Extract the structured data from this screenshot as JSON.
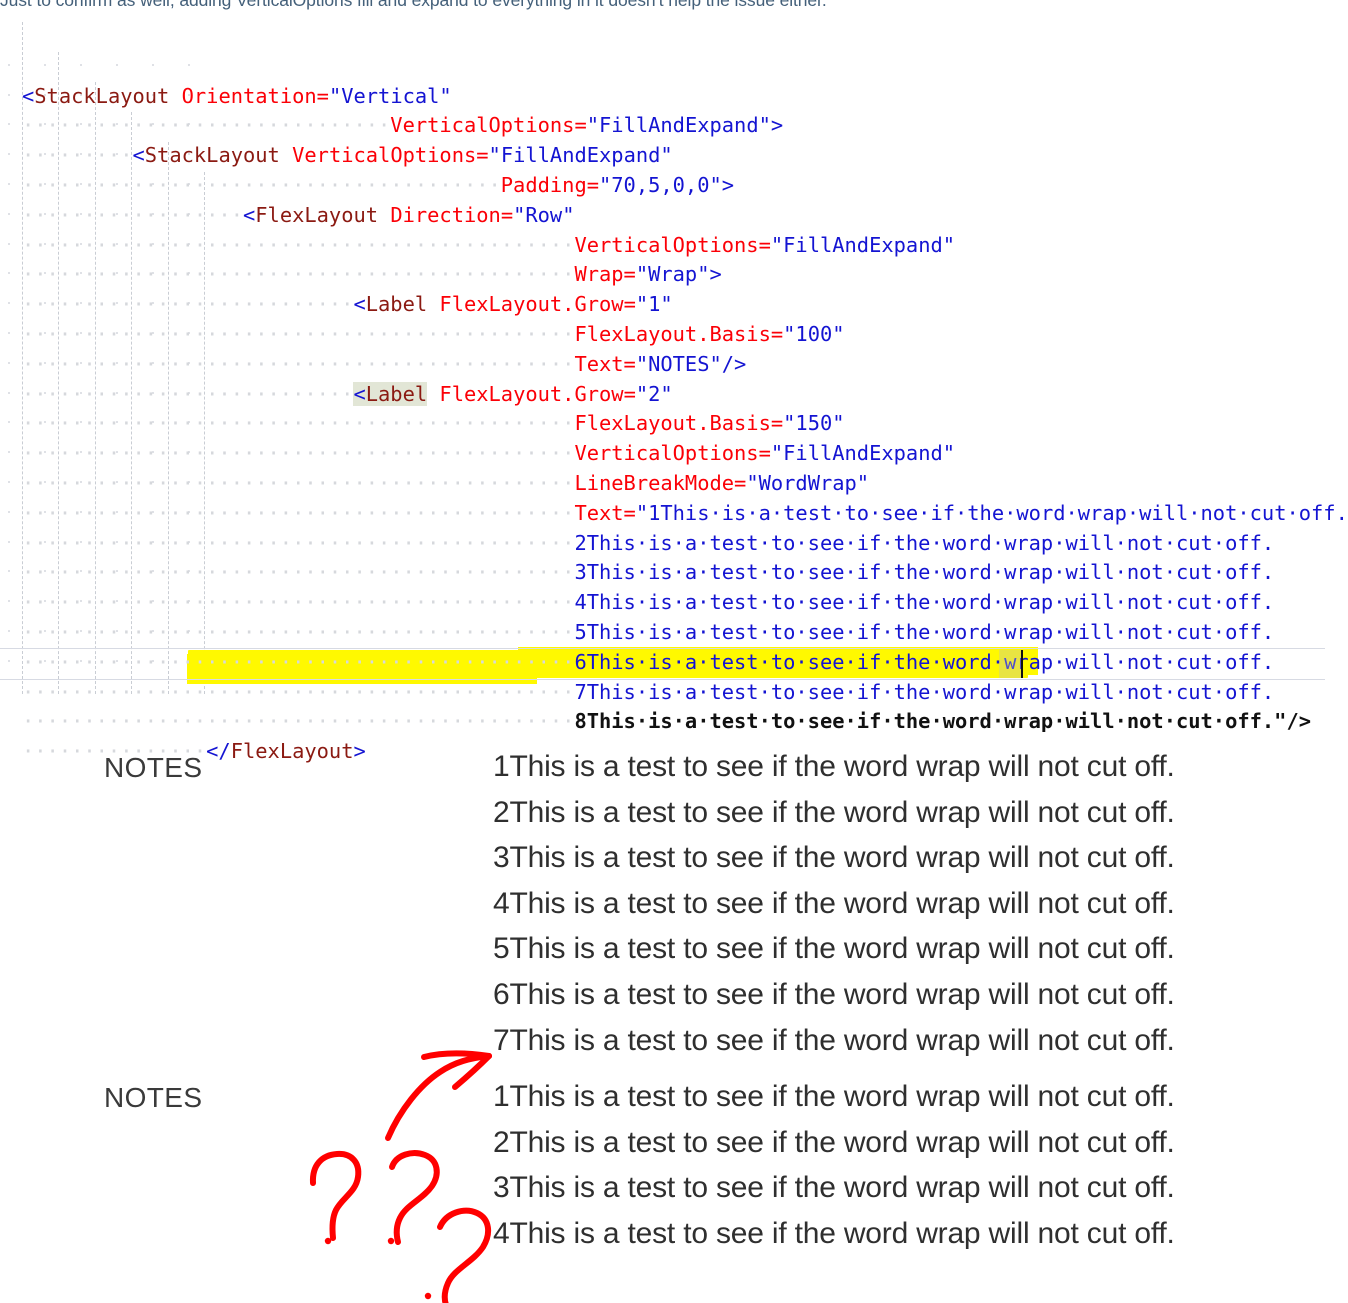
{
  "intro": {
    "text": "Just to confirm as well, adding VerticalOptions fill and expand to everything in it doesn't help the issue either."
  },
  "colors": {
    "tag": "#8b1a12",
    "bracket": "#1414d2",
    "attribute": "#fb0007",
    "string": "#1414d2",
    "highlight": "#fff900",
    "ink": "#ff0000",
    "selection": "#e2e6d6",
    "guide": "#c9cdd4",
    "body_text": "#2f2f2f",
    "intro_text": "#44607a"
  },
  "code": {
    "language": "XAML",
    "lines": [
      {
        "indent": 0,
        "parts": [
          {
            "t": "brk",
            "v": "<"
          },
          {
            "t": "tag",
            "v": "StackLayout"
          },
          {
            "t": "ws",
            "v": " "
          },
          {
            "t": "attr",
            "v": "Orientation"
          },
          {
            "t": "eq",
            "v": "="
          },
          {
            "t": "str",
            "v": "\"Vertical\""
          }
        ]
      },
      {
        "indent": 10,
        "parts": [
          {
            "t": "attr",
            "v": "VerticalOptions"
          },
          {
            "t": "eq",
            "v": "="
          },
          {
            "t": "str",
            "v": "\"FillAndExpand\""
          },
          {
            "t": "brk",
            "v": ">"
          }
        ]
      },
      {
        "indent": 3,
        "parts": [
          {
            "t": "brk",
            "v": "<"
          },
          {
            "t": "tag",
            "v": "StackLayout"
          },
          {
            "t": "ws",
            "v": " "
          },
          {
            "t": "attr",
            "v": "VerticalOptions"
          },
          {
            "t": "eq",
            "v": "="
          },
          {
            "t": "str",
            "v": "\"FillAndExpand\""
          }
        ]
      },
      {
        "indent": 13,
        "parts": [
          {
            "t": "attr",
            "v": "Padding"
          },
          {
            "t": "eq",
            "v": "="
          },
          {
            "t": "str",
            "v": "\"70,5,0,0\""
          },
          {
            "t": "brk",
            "v": ">"
          }
        ]
      },
      {
        "indent": 6,
        "parts": [
          {
            "t": "brk",
            "v": "<"
          },
          {
            "t": "tag",
            "v": "FlexLayout"
          },
          {
            "t": "ws",
            "v": " "
          },
          {
            "t": "attr",
            "v": "Direction"
          },
          {
            "t": "eq",
            "v": "="
          },
          {
            "t": "str",
            "v": "\"Row\""
          }
        ]
      },
      {
        "indent": 15,
        "parts": [
          {
            "t": "attr",
            "v": "VerticalOptions"
          },
          {
            "t": "eq",
            "v": "="
          },
          {
            "t": "str",
            "v": "\"FillAndExpand\""
          }
        ]
      },
      {
        "indent": 15,
        "parts": [
          {
            "t": "attr",
            "v": "Wrap"
          },
          {
            "t": "eq",
            "v": "="
          },
          {
            "t": "str",
            "v": "\"Wrap\""
          },
          {
            "t": "brk",
            "v": ">"
          }
        ]
      },
      {
        "indent": 9,
        "parts": [
          {
            "t": "brk",
            "v": "<"
          },
          {
            "t": "tag",
            "v": "Label"
          },
          {
            "t": "ws",
            "v": " "
          },
          {
            "t": "attr",
            "v": "FlexLayout.Grow"
          },
          {
            "t": "eq",
            "v": "="
          },
          {
            "t": "str",
            "v": "\"1\""
          }
        ]
      },
      {
        "indent": 15,
        "parts": [
          {
            "t": "attr",
            "v": "FlexLayout.Basis"
          },
          {
            "t": "eq",
            "v": "="
          },
          {
            "t": "str",
            "v": "\"100\""
          }
        ]
      },
      {
        "indent": 15,
        "parts": [
          {
            "t": "attr",
            "v": "Text"
          },
          {
            "t": "eq",
            "v": "="
          },
          {
            "t": "str",
            "v": "\"NOTES\""
          },
          {
            "t": "brk",
            "v": "/>"
          }
        ]
      },
      {
        "indent": 9,
        "sel": true,
        "parts": [
          {
            "t": "brk sel",
            "v": "<"
          },
          {
            "t": "tag sel",
            "v": "Label"
          },
          {
            "t": "ws",
            "v": " "
          },
          {
            "t": "attr",
            "v": "FlexLayout.Grow"
          },
          {
            "t": "eq",
            "v": "="
          },
          {
            "t": "str",
            "v": "\"2\""
          }
        ]
      },
      {
        "indent": 15,
        "parts": [
          {
            "t": "attr",
            "v": "FlexLayout.Basis"
          },
          {
            "t": "eq",
            "v": "="
          },
          {
            "t": "str",
            "v": "\"150\""
          }
        ]
      },
      {
        "indent": 15,
        "parts": [
          {
            "t": "attr",
            "v": "VerticalOptions"
          },
          {
            "t": "eq",
            "v": "="
          },
          {
            "t": "str",
            "v": "\"FillAndExpand\""
          }
        ]
      },
      {
        "indent": 15,
        "parts": [
          {
            "t": "attr",
            "v": "LineBreakMode"
          },
          {
            "t": "eq",
            "v": "="
          },
          {
            "t": "str",
            "v": "\"WordWrap\""
          }
        ]
      },
      {
        "indent": 15,
        "parts": [
          {
            "t": "attr",
            "v": "Text"
          },
          {
            "t": "eq",
            "v": "="
          },
          {
            "t": "str",
            "v": "\"1This is a test to see if the word wrap will not cut off."
          }
        ]
      },
      {
        "indent": 15,
        "parts": [
          {
            "t": "str",
            "v": "2This is a test to see if the word wrap will not cut off."
          }
        ]
      },
      {
        "indent": 15,
        "parts": [
          {
            "t": "str",
            "v": "3This is a test to see if the word wrap will not cut off."
          }
        ]
      },
      {
        "indent": 15,
        "parts": [
          {
            "t": "str",
            "v": "4This is a test to see if the word wrap will not cut off."
          }
        ]
      },
      {
        "indent": 15,
        "parts": [
          {
            "t": "str",
            "v": "5This is a test to see if the word wrap will not cut off."
          }
        ]
      },
      {
        "indent": 15,
        "parts": [
          {
            "t": "str",
            "v": "6This is a test to see if the word wrap will not cut off."
          }
        ]
      },
      {
        "indent": 15,
        "parts": [
          {
            "t": "str",
            "v": "7This is a test to see if the word wrap will not cut off."
          }
        ]
      },
      {
        "indent": 15,
        "highlighted": true,
        "parts": [
          {
            "t": "hltext",
            "v": "8This is a test to see if the word wrap will not cut off.\"/>"
          }
        ]
      },
      {
        "indent": 5,
        "parts": [
          {
            "t": "brk",
            "v": "</"
          },
          {
            "t": "tag",
            "v": "FlexLayout"
          },
          {
            "t": "brk",
            "v": ">"
          }
        ]
      }
    ]
  },
  "rendered_output": {
    "blocks": [
      {
        "label": "NOTES",
        "lines": [
          "1This is a test to see if the word wrap will not cut off.",
          "2This is a test to see if the word wrap will not cut off.",
          "3This is a test to see if the word wrap will not cut off.",
          "4This is a test to see if the word wrap will not cut off.",
          "5This is a test to see if the word wrap will not cut off.",
          "6This is a test to see if the word wrap will not cut off.",
          "7This is a test to see if the word wrap will not cut off."
        ]
      },
      {
        "label": "NOTES",
        "lines": [
          "1This is a test to see if the word wrap will not cut off.",
          "2This is a test to see if the word wrap will not cut off.",
          "3This is a test to see if the word wrap will not cut off.",
          "4This is a test to see if the word wrap will not cut off."
        ]
      }
    ]
  },
  "annotations": {
    "marks": [
      "arrow-pointing-to-gap",
      "question-mark-1",
      "question-mark-2",
      "question-mark-3"
    ],
    "color": "#ff0000"
  }
}
